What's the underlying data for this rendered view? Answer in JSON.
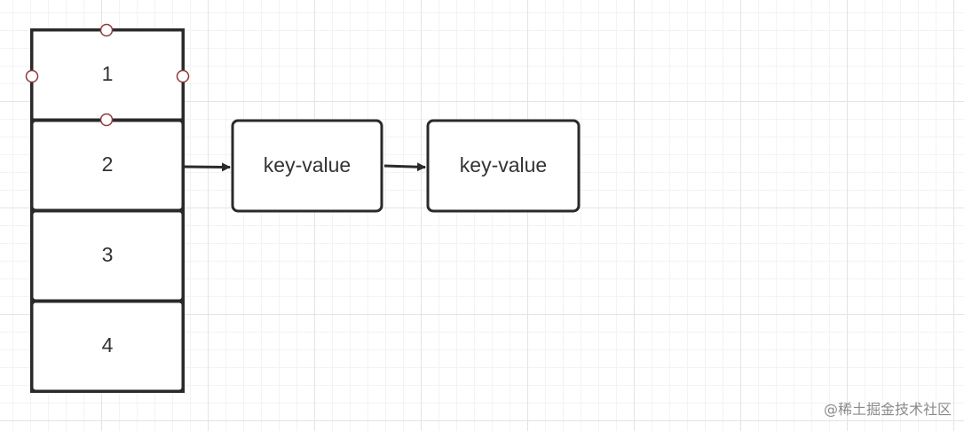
{
  "diagram": {
    "buckets": [
      {
        "label": "1"
      },
      {
        "label": "2"
      },
      {
        "label": "3"
      },
      {
        "label": "4"
      }
    ],
    "nodes": [
      {
        "label": "key-value"
      },
      {
        "label": "key-value"
      }
    ],
    "selected_bucket": "1",
    "colors": {
      "stroke": "#2a2a2a",
      "handle": "#8b3a3a",
      "text": "#333333"
    }
  },
  "watermark": "@稀土掘金技术社区"
}
